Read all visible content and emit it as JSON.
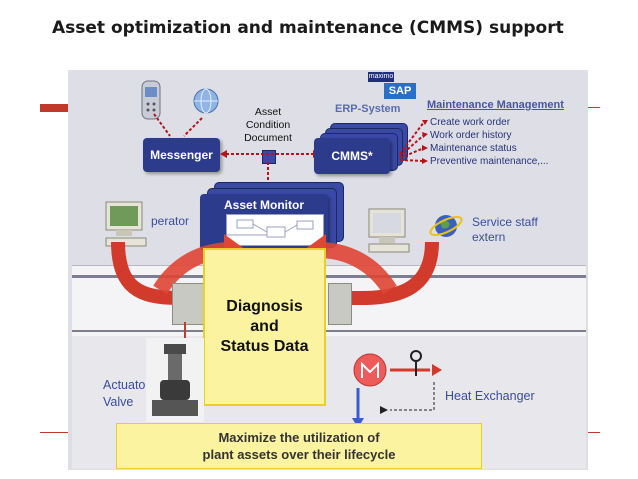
{
  "slide": {
    "title": "Asset optimization and maintenance (CMMS) support"
  },
  "diagram": {
    "messenger": "Messenger",
    "asset_condition_document": [
      "Asset",
      "Condition",
      "Document"
    ],
    "erp_system": "ERP-System",
    "cmms": "CMMS*",
    "maintenance_management": {
      "title": "Maintenance Management",
      "items": [
        "Create work order",
        "Work order history",
        "Maintenance status",
        "Preventive maintenance,..."
      ]
    },
    "asset_monitor": "Asset Monitor",
    "operator": "perator",
    "service_staff": [
      "Service staff",
      "extern"
    ],
    "diagnosis_box": [
      "Diagnosis",
      "and",
      "Status Data"
    ],
    "actuator_valve": [
      "Actuato",
      "Valve"
    ],
    "heat_exchanger": "Heat Exchanger",
    "bottom_message": [
      "Maximize the utilization of",
      "plant assets over their lifecycle"
    ],
    "logos": {
      "maximo": "maximo",
      "sap": "SAP"
    }
  },
  "colors": {
    "navy_box": "#2d3b8c",
    "red_arrow": "#d23a2c",
    "yellow_highlight": "#fbf3a0",
    "accent_red": "#c0392b"
  }
}
